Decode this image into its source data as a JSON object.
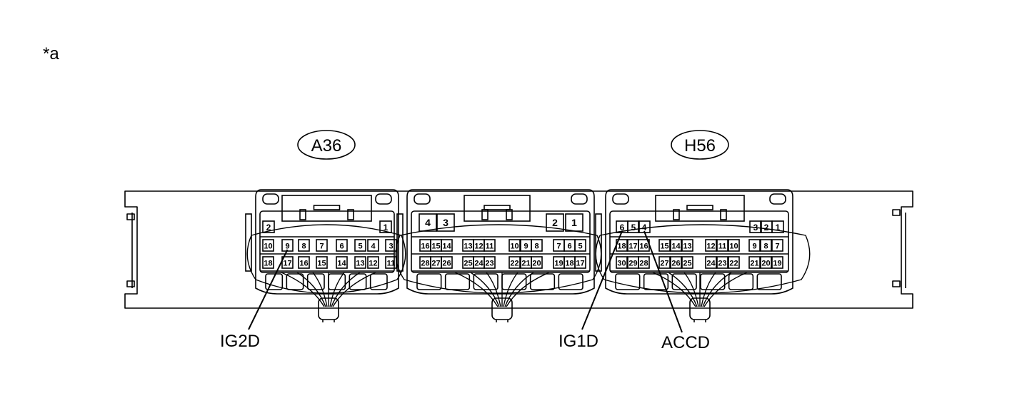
{
  "figure": {
    "marker": "*a",
    "colors": {
      "line": "#000000",
      "background": "#ffffff"
    }
  },
  "connectors": [
    {
      "id": "A36",
      "label": "A36",
      "top_row": [
        "2",
        "1"
      ],
      "row1": [
        "10",
        "9",
        "8",
        "7",
        "6",
        "5",
        "4",
        "3"
      ],
      "row2": [
        "18",
        "17",
        "16",
        "15",
        "14",
        "13",
        "12",
        "11"
      ]
    },
    {
      "id": "middle",
      "label": "",
      "top_row": [
        "4",
        "3",
        "2",
        "1"
      ],
      "row1": [
        "16",
        "15",
        "14",
        "13",
        "12",
        "11",
        "10",
        "9",
        "8",
        "7",
        "6",
        "5"
      ],
      "row2": [
        "28",
        "27",
        "26",
        "25",
        "24",
        "23",
        "22",
        "21",
        "20",
        "19",
        "18",
        "17"
      ]
    },
    {
      "id": "H56",
      "label": "H56",
      "top_row": [
        "6",
        "5",
        "4",
        "3",
        "2",
        "1"
      ],
      "row1": [
        "18",
        "17",
        "16",
        "15",
        "14",
        "13",
        "12",
        "11",
        "10",
        "9",
        "8",
        "7"
      ],
      "row2": [
        "30",
        "29",
        "28",
        "27",
        "26",
        "25",
        "24",
        "23",
        "22",
        "21",
        "20",
        "19"
      ]
    }
  ],
  "callouts": [
    {
      "name": "IG2D",
      "label": "IG2D",
      "connector": "A36",
      "terminal": "9"
    },
    {
      "name": "IG1D",
      "label": "IG1D",
      "connector": "H56",
      "terminal": "6"
    },
    {
      "name": "ACCD",
      "label": "ACCD",
      "connector": "H56",
      "terminal": "4"
    }
  ]
}
